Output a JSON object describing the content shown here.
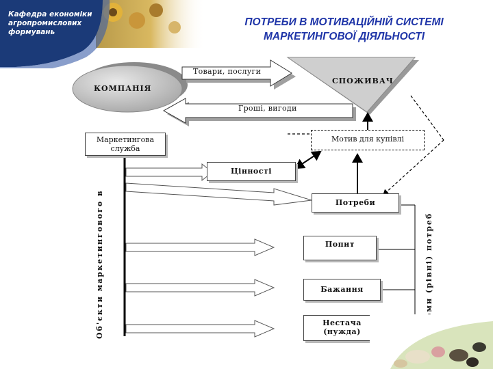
{
  "header": {
    "department_lines": [
      "Кафедра економіки",
      "агропромислових",
      "формувань"
    ]
  },
  "title": {
    "line1": "ПОТРЕБИ В МОТИВАЦІЙНІЙ СИСТЕМІ",
    "line2": "МАРКЕТИНГОВОЇ ДІЯЛЬНОСТІ"
  },
  "diagram": {
    "company": "КОМПАНІЯ",
    "consumer": "СПОЖИВАЧ",
    "goods_flow": "Товари, послуги",
    "money_flow": "Гроші, вигоди",
    "marketing_service": [
      "Маркетингова",
      "служба"
    ],
    "purchase_motive": "Мотив для купівлі",
    "values": "Цінності",
    "needs": "Потреби",
    "demand": "Попит",
    "desire": "Бажання",
    "lack": [
      "Нестача",
      "(нужда)"
    ],
    "objects_label": "Об'єкти маркетингового в",
    "forms_label": "Форми (рівні) потреб"
  },
  "colors": {
    "banner": "#1b3a78",
    "title": "#1f35a8",
    "ellipse": "#c0c0c0",
    "triangle": "#c8c8c8",
    "arrow_shadow": "#a0a0a0"
  }
}
